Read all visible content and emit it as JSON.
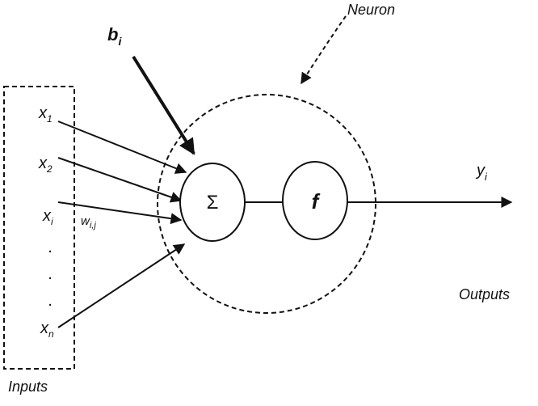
{
  "labels": {
    "neuron": "Neuron",
    "bias_base": "b",
    "bias_sub": "i",
    "inputs": "Inputs",
    "outputs": "Outputs",
    "weight_base": "w",
    "weight_sub": "i,j",
    "output_base": "y",
    "output_sub": "i",
    "sum_symbol": "Σ",
    "activation_symbol": "f",
    "dot": "."
  },
  "input_nodes": [
    {
      "base": "x",
      "sub": "1"
    },
    {
      "base": "x",
      "sub": "2"
    },
    {
      "base": "x",
      "sub": "i"
    },
    {
      "base": "x",
      "sub": "n"
    }
  ]
}
